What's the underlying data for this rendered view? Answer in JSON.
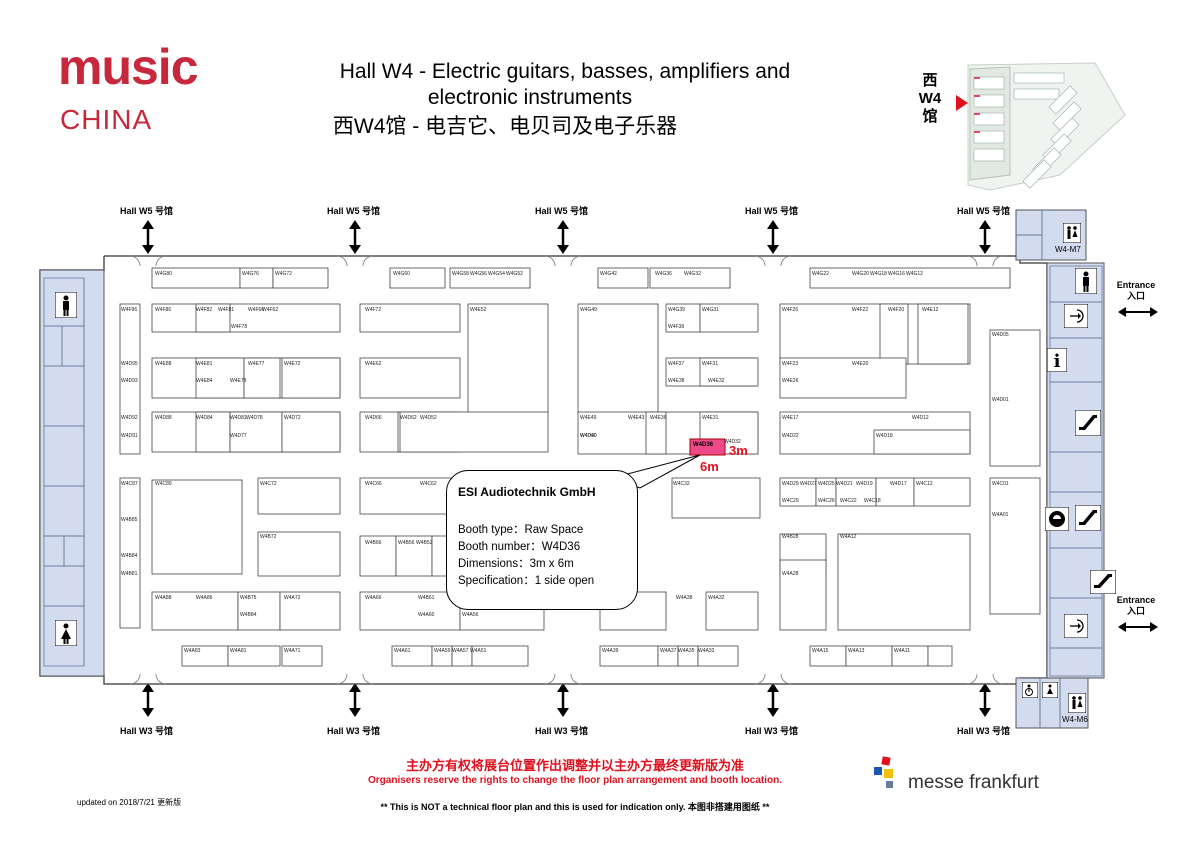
{
  "logo": {
    "line1": "music",
    "line2": "CHINA"
  },
  "title": {
    "en_line1": "Hall W4 - Electric guitars, basses, amplifiers and",
    "en_line2": "electronic instruments",
    "cn": "西W4馆 - 电吉它、电贝司及电子乐器"
  },
  "locator": {
    "label_1": "西",
    "label_2": "W4",
    "label_3": "馆"
  },
  "hall_labels": {
    "top": "Hall W5 号馆",
    "bottom": "Hall W3 号馆"
  },
  "entrance": {
    "en": "Entrance",
    "cn": "入口"
  },
  "meeting_rooms": {
    "top": "W4-M7",
    "bottom": "W4-M6"
  },
  "booths": [
    "W4G80",
    "W4G76",
    "W4G72",
    "W4G60",
    "W4G58",
    "W4G56",
    "W4G54",
    "W4G52",
    "W4G42",
    "W4G36",
    "W4G32",
    "W4G22",
    "W4G20",
    "W4G18",
    "W4G16",
    "W4G12",
    "W4F96",
    "W4F86",
    "W4F82",
    "W4F81",
    "W4F78",
    "W4F66",
    "W4F62",
    "W4F72",
    "W4E52",
    "W4G49",
    "W4G39",
    "W4G31",
    "W4F38",
    "W4F26",
    "W4F22",
    "W4F20",
    "W4E12",
    "W4E88",
    "W4E81",
    "W4E77",
    "W4E72",
    "W4E84",
    "W4E78",
    "W4E62",
    "W4F37",
    "W4F31",
    "W4E38",
    "W4E32",
    "W4F23",
    "W4E20",
    "W4E26",
    "W4D95",
    "W4D93",
    "W4D92",
    "W4D91",
    "W4D90",
    "W4D88",
    "W4D84",
    "W4D81",
    "W4D77",
    "W4D72",
    "W4D78",
    "W4D66",
    "W4D62",
    "W4D52",
    "W4E49",
    "W4E43",
    "W4E36",
    "W4E31",
    "W4D40",
    "W4D36",
    "W4D32",
    "W4E17",
    "W4D22",
    "W4D18",
    "W4D12",
    "W4D05",
    "W4D01",
    "W4C87",
    "W4C89",
    "W4C72",
    "W4C66",
    "W4C62",
    "W4C32",
    "W4D29",
    "W4D27",
    "W4D25",
    "W4D21",
    "W4D19",
    "W4D17",
    "W4C12",
    "W4C29",
    "W4C26",
    "W4C22",
    "W4C18",
    "W4C01",
    "W4B85",
    "W4B84",
    "W4B81",
    "W4B72",
    "W4B66",
    "W4B56",
    "W4B52",
    "W4A01",
    "W4B28",
    "W4A12",
    "W4A28",
    "W4A88",
    "W4A86",
    "W4B75",
    "W4B84",
    "W4A72",
    "W4A66",
    "W4B61",
    "W4A60",
    "W4A56",
    "W4A38",
    "W4A32",
    "W4A83",
    "W4A81",
    "W4A71",
    "W4A61",
    "W4A59",
    "W4A57",
    "W4A51",
    "W4A39",
    "W4A37",
    "W4A35",
    "W4A33",
    "W4A15",
    "W4A13",
    "W4A11"
  ],
  "highlight": {
    "booth": "W4D36",
    "width": "3m",
    "depth": "6m",
    "color": "#ee4a8a"
  },
  "callout": {
    "company": "ESI Audiotechnik GmbH",
    "booth_type": "Booth type：Raw Space",
    "booth_number": "Booth number：W4D36",
    "dimensions": "Dimensions：3m x 6m",
    "specification": "Specification：1 side open"
  },
  "notice": {
    "cn": "主办方有权将展台位置作出调整并以主办方最终更新版为准",
    "en": "Organisers reserve the rights to change the floor plan arrangement and booth location."
  },
  "updated": "updated on 2018/7/21 更新版",
  "disclaimer": "** This is NOT a technical floor plan and  this is used for  indication only.  本图非搭建用图纸 **",
  "footer_logo": "messe frankfurt",
  "icons": [
    "restroom-male-icon",
    "restroom-female-icon",
    "exit-icon",
    "info-icon",
    "escalator-icon",
    "cafe-icon",
    "wheelchair-icon",
    "elevator-icon"
  ],
  "colors": {
    "accent": "#c8283c",
    "highlight": "#ee4a8a",
    "service": "#d3dcef",
    "notice": "#e0101e"
  }
}
